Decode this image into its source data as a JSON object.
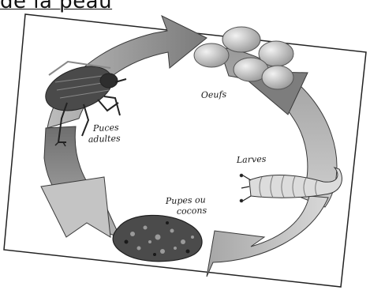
{
  "header": {
    "text": "de la peau"
  },
  "cycle": {
    "stages": [
      {
        "id": "eggs",
        "label": "Oeufs"
      },
      {
        "id": "larvae",
        "label": "Larves"
      },
      {
        "id": "pupae",
        "label_line1": "Pupes ou",
        "label_line2": "cocons"
      },
      {
        "id": "adults",
        "label_line1": "Puces",
        "label_line2": "adultes"
      }
    ]
  },
  "colors": {
    "ring_top": "#999999",
    "ring_right": "#8a8a8a",
    "ring_bottom": "#c9c9c9",
    "ring_left": "#7e7e7e",
    "egg": "#bdbdbd"
  },
  "icons": [
    "flea-icon",
    "egg-cluster-icon",
    "larva-icon",
    "cocoon-icon",
    "cycle-arrow-icon"
  ]
}
